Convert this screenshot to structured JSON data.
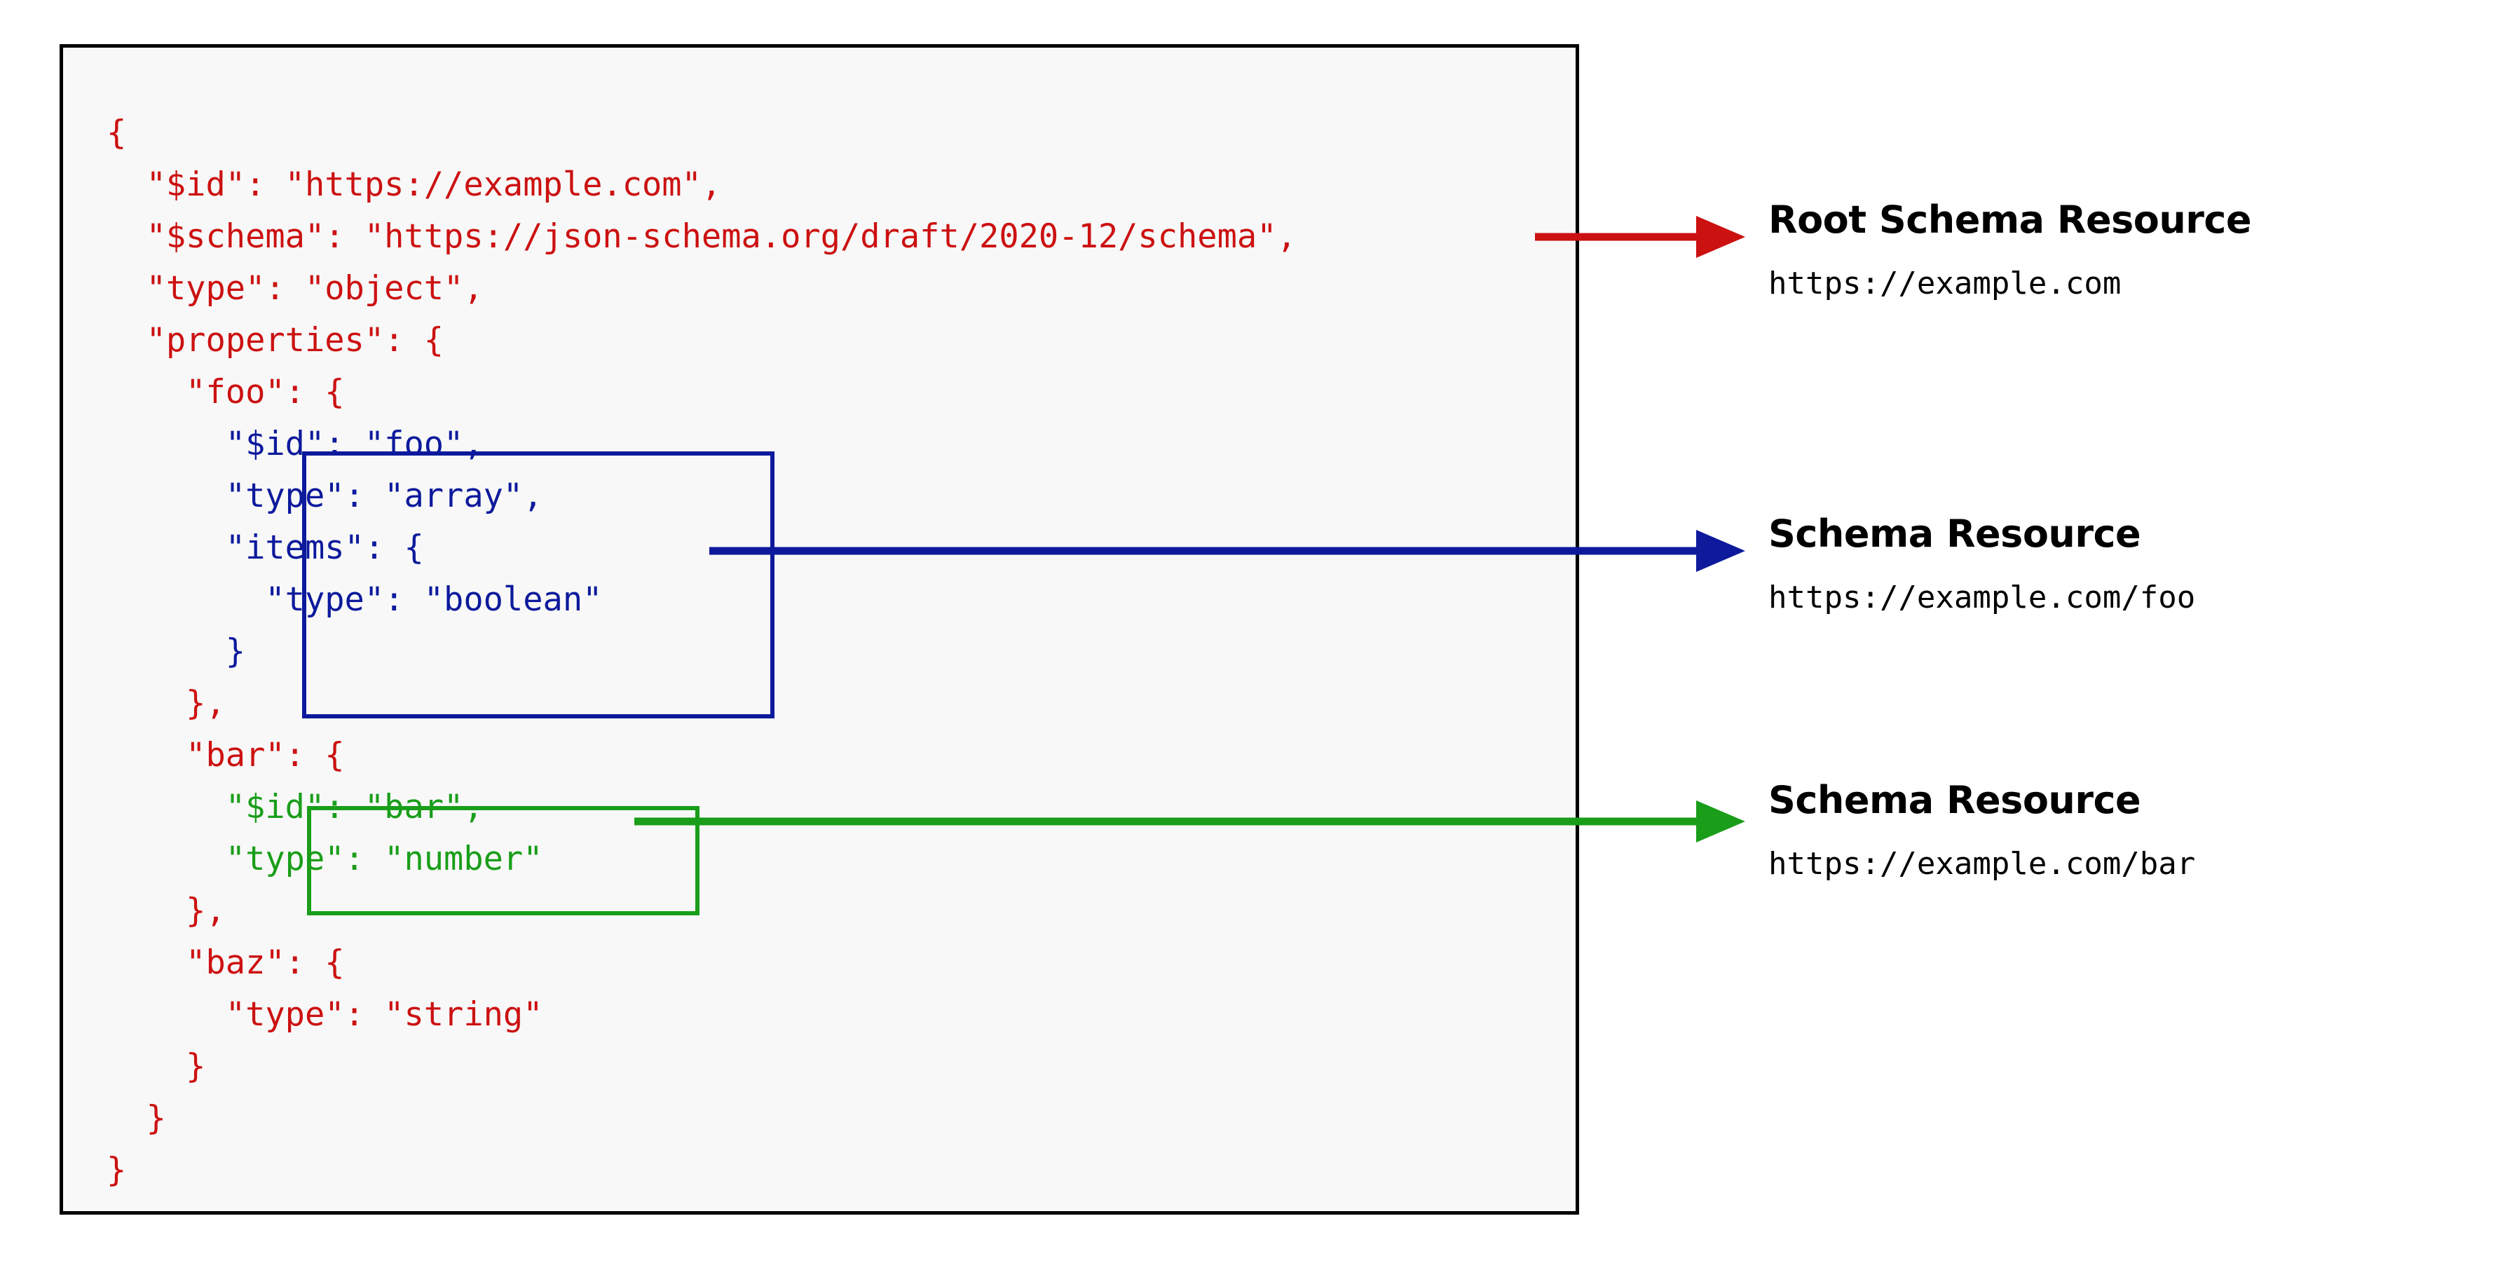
{
  "code_panel": {
    "language": "json",
    "base_color": "#cc1111",
    "background": "#f8f8f8",
    "border_color": "#000000",
    "lines": [
      {
        "indent": 0,
        "text": "{",
        "color": "red"
      },
      {
        "indent": 1,
        "text": "\"$id\": \"https://example.com\",",
        "color": "red"
      },
      {
        "indent": 1,
        "text": "\"$schema\": \"https://json-schema.org/draft/2020-12/schema\",",
        "color": "red"
      },
      {
        "indent": 1,
        "text": "\"type\": \"object\",",
        "color": "red"
      },
      {
        "indent": 1,
        "text": "\"properties\": {",
        "color": "red"
      },
      {
        "indent": 2,
        "text": "\"foo\": {",
        "color": "red"
      },
      {
        "indent": 3,
        "text": "\"$id\": \"foo\",",
        "color": "blue"
      },
      {
        "indent": 3,
        "text": "\"type\": \"array\",",
        "color": "blue"
      },
      {
        "indent": 3,
        "text": "\"items\": {",
        "color": "blue"
      },
      {
        "indent": 4,
        "text": "\"type\": \"boolean\"",
        "color": "blue"
      },
      {
        "indent": 3,
        "text": "}",
        "color": "blue"
      },
      {
        "indent": 2,
        "text": "},",
        "color": "red"
      },
      {
        "indent": 2,
        "text": "\"bar\": {",
        "color": "red"
      },
      {
        "indent": 3,
        "text": "\"$id\": \"bar\",",
        "color": "green"
      },
      {
        "indent": 3,
        "text": "\"type\": \"number\"",
        "color": "green"
      },
      {
        "indent": 2,
        "text": "},",
        "color": "red"
      },
      {
        "indent": 2,
        "text": "\"baz\": {",
        "color": "red"
      },
      {
        "indent": 3,
        "text": "\"type\": \"string\"",
        "color": "red"
      },
      {
        "indent": 2,
        "text": "}",
        "color": "red"
      },
      {
        "indent": 1,
        "text": "}",
        "color": "red"
      },
      {
        "indent": 0,
        "text": "}",
        "color": "red"
      }
    ]
  },
  "highlights": {
    "foo_box": {
      "label": "foo-subschema-highlight",
      "color": "#0d1a9c"
    },
    "bar_box": {
      "label": "bar-subschema-highlight",
      "color": "#1a9e1a"
    }
  },
  "annotations": [
    {
      "id": "root",
      "title": "Root Schema Resource",
      "uri": "https://example.com",
      "arrow_color": "#cc1111"
    },
    {
      "id": "foo",
      "title": "Schema Resource",
      "uri": "https://example.com/foo",
      "arrow_color": "#0d1a9c"
    },
    {
      "id": "bar",
      "title": "Schema Resource",
      "uri": "https://example.com/bar",
      "arrow_color": "#1a9e1a"
    }
  ]
}
